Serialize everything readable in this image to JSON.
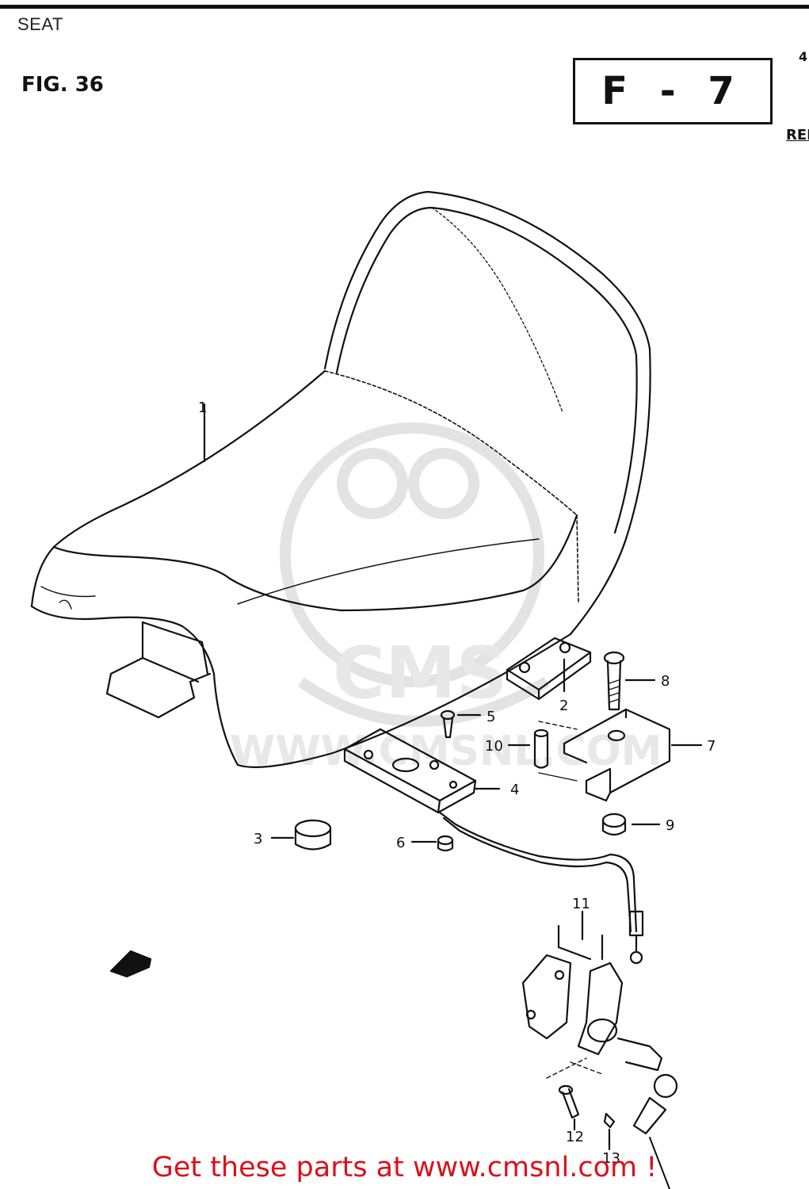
{
  "header": {
    "section_label": "SEAT",
    "figure_label": "FIG. 36",
    "page_code": "F - 7"
  },
  "edge_fragments": [
    "4",
    "REI"
  ],
  "watermark": {
    "text": "WWW.CMSNL.COM",
    "logo_text": "CMS"
  },
  "callouts": [
    {
      "number": "1"
    },
    {
      "number": "2"
    },
    {
      "number": "3"
    },
    {
      "number": "4"
    },
    {
      "number": "5"
    },
    {
      "number": "6"
    },
    {
      "number": "7"
    },
    {
      "number": "8"
    },
    {
      "number": "9"
    },
    {
      "number": "10"
    },
    {
      "number": "11"
    },
    {
      "number": "12"
    },
    {
      "number": "13"
    }
  ],
  "footer": {
    "link_text": "Get these parts at www.cmsnl.com !",
    "link_color": "#d8121b"
  },
  "colors": {
    "line": "#111111",
    "background": "#ffffff",
    "watermark": "#e6e6e6"
  }
}
